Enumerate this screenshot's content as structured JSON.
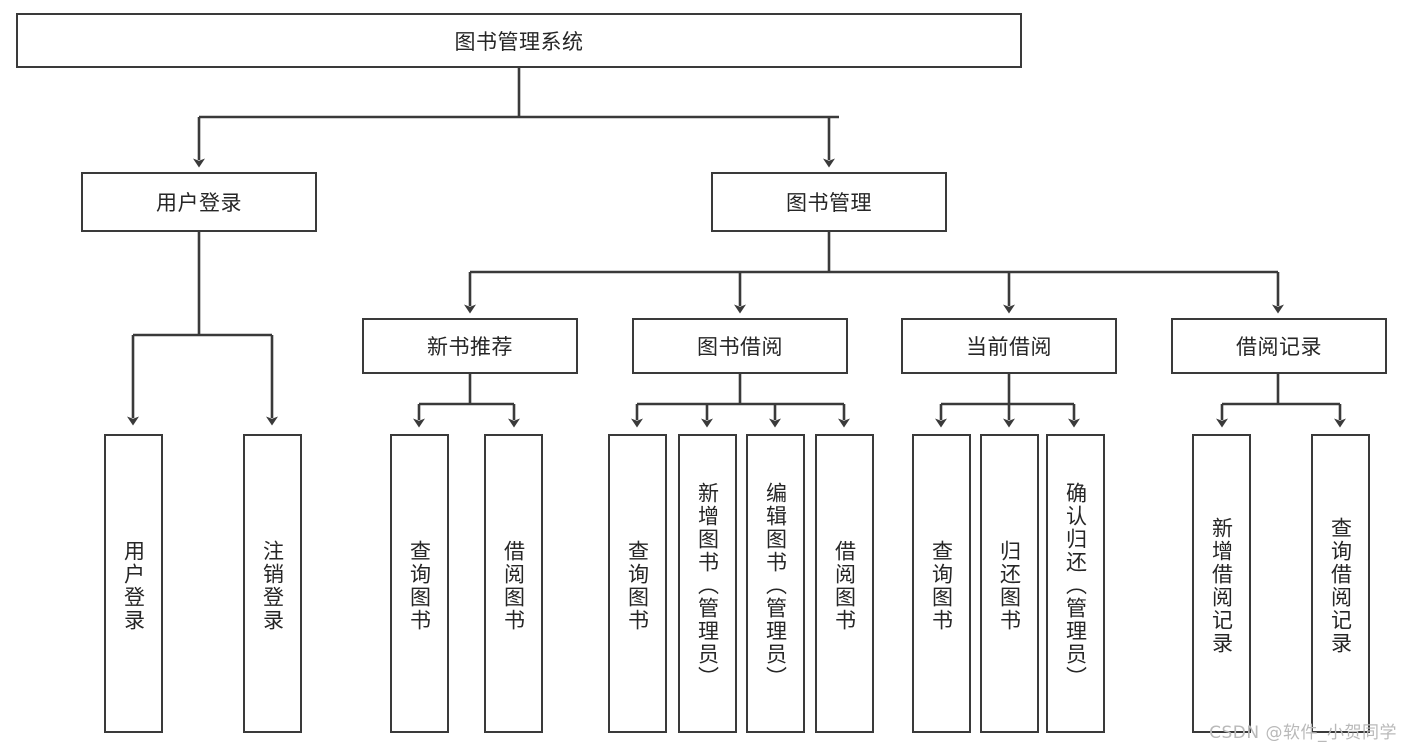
{
  "diagram": {
    "title": "图书管理系统",
    "watermark": "CSDN @软件_小贺同学",
    "line_color": "#3a3a3a",
    "box_border_color": "#3a3a3a",
    "text_color": "#262626",
    "background": "#ffffff",
    "root": {
      "label": "图书管理系统"
    },
    "level2": [
      {
        "label": "用户登录"
      },
      {
        "label": "图书管理"
      }
    ],
    "level3": [
      {
        "label": "新书推荐"
      },
      {
        "label": "图书借阅"
      },
      {
        "label": "当前借阅"
      },
      {
        "label": "借阅记录"
      }
    ],
    "leaves": [
      {
        "label": "用户登录"
      },
      {
        "label": "注销登录"
      },
      {
        "label": "查询图书"
      },
      {
        "label": "借阅图书"
      },
      {
        "label": "查询图书"
      },
      {
        "label": "新增图书（管理员）"
      },
      {
        "label": "编辑图书（管理员）"
      },
      {
        "label": "借阅图书"
      },
      {
        "label": "查询图书"
      },
      {
        "label": "归还图书"
      },
      {
        "label": "确认归还（管理员）"
      },
      {
        "label": "新增借阅记录"
      },
      {
        "label": "查询借阅记录"
      }
    ]
  },
  "chart_data": {
    "type": "diagram",
    "title": "图书管理系统",
    "orientation": "top-down tree",
    "nodes": [
      {
        "id": "root",
        "label": "图书管理系统",
        "level": 1,
        "parent": null
      },
      {
        "id": "n-login",
        "label": "用户登录",
        "level": 2,
        "parent": "root"
      },
      {
        "id": "n-bookmgmt",
        "label": "图书管理",
        "level": 2,
        "parent": "root"
      },
      {
        "id": "n-newrec",
        "label": "新书推荐",
        "level": 3,
        "parent": "n-bookmgmt"
      },
      {
        "id": "n-borrow",
        "label": "图书借阅",
        "level": 3,
        "parent": "n-bookmgmt"
      },
      {
        "id": "n-current",
        "label": "当前借阅",
        "level": 3,
        "parent": "n-bookmgmt"
      },
      {
        "id": "n-record",
        "label": "借阅记录",
        "level": 3,
        "parent": "n-bookmgmt"
      },
      {
        "id": "l1",
        "label": "用户登录",
        "level": 4,
        "parent": "n-login"
      },
      {
        "id": "l2",
        "label": "注销登录",
        "level": 4,
        "parent": "n-login"
      },
      {
        "id": "l3",
        "label": "查询图书",
        "level": 4,
        "parent": "n-newrec"
      },
      {
        "id": "l4",
        "label": "借阅图书",
        "level": 4,
        "parent": "n-newrec"
      },
      {
        "id": "l5",
        "label": "查询图书",
        "level": 4,
        "parent": "n-borrow"
      },
      {
        "id": "l6",
        "label": "新增图书（管理员）",
        "level": 4,
        "parent": "n-borrow"
      },
      {
        "id": "l7",
        "label": "编辑图书（管理员）",
        "level": 4,
        "parent": "n-borrow"
      },
      {
        "id": "l8",
        "label": "借阅图书",
        "level": 4,
        "parent": "n-borrow"
      },
      {
        "id": "l9",
        "label": "查询图书",
        "level": 4,
        "parent": "n-current"
      },
      {
        "id": "l10",
        "label": "归还图书",
        "level": 4,
        "parent": "n-current"
      },
      {
        "id": "l11",
        "label": "确认归还（管理员）",
        "level": 4,
        "parent": "n-current"
      },
      {
        "id": "l12",
        "label": "新增借阅记录",
        "level": 4,
        "parent": "n-record"
      },
      {
        "id": "l13",
        "label": "查询借阅记录",
        "level": 4,
        "parent": "n-record"
      }
    ]
  }
}
